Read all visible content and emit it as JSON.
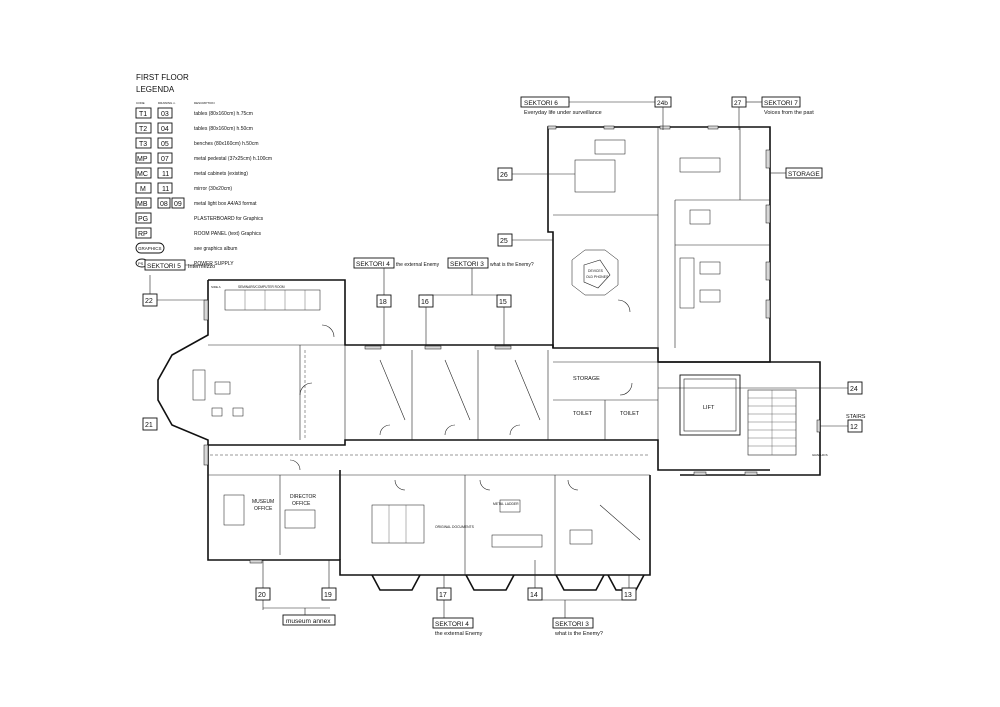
{
  "legend": {
    "title": "FIRST FLOOR",
    "subtitle": "LEGENDA",
    "col_code": "CODE",
    "col_drawing": "DRAWING n.",
    "col_description": "DESCRIPTION",
    "rows": [
      {
        "code": "T1",
        "drawing": "03",
        "description": "tables (80x160cm) h.75cm"
      },
      {
        "code": "T2",
        "drawing": "04",
        "description": "tables (80x160cm) h.50cm"
      },
      {
        "code": "T3",
        "drawing": "05",
        "description": "benches (80x160cm) h.50cm"
      },
      {
        "code": "MP",
        "drawing": "07",
        "description": "metal pedestal (37x25cm) h.100cm"
      },
      {
        "code": "MC",
        "drawing": "11",
        "description": "metal cabinets (existing)"
      },
      {
        "code": "M",
        "drawing": "11",
        "description": "mirror (30x20cm)"
      },
      {
        "code": "MB",
        "drawing": "08",
        "drawing2": "09",
        "description": "metal light box A4/A3 format"
      },
      {
        "code": "PG",
        "drawing": "",
        "description": "PLASTERBOARD for Graphics"
      },
      {
        "code": "RP",
        "drawing": "",
        "description": "ROOM PANEL (text) Graphics"
      },
      {
        "code": "GRAPHICS",
        "drawing": "",
        "description": "see graphics album"
      },
      {
        "code": "PS",
        "drawing": "",
        "description": "POWER SUPPLY"
      }
    ]
  },
  "sections": [
    {
      "title": "SEKTORI 6",
      "subtitle": "Everyday life under surveillance",
      "number": "24b"
    },
    {
      "title": "SEKTORI 7",
      "subtitle": "Voices from the past",
      "number": "27"
    },
    {
      "title": "SEKTORI 5",
      "subtitle": "Intermezzo"
    },
    {
      "title": "SEKTORI 4",
      "subtitle": "the external Enemy"
    },
    {
      "title": "SEKTORI 3",
      "subtitle": "what is the Enemy?"
    },
    {
      "title": "SEKTORI 4",
      "subtitle": "the external Enemy"
    },
    {
      "title": "SEKTORI 3",
      "subtitle": "what is the Enemy?"
    }
  ],
  "callouts": [
    "26",
    "25",
    "22",
    "21",
    "18",
    "16",
    "15",
    "24",
    "12",
    "20",
    "19",
    "17",
    "14",
    "13"
  ],
  "annex_label": "museum annex",
  "stairs_label": "STAIRS",
  "rooms": {
    "storage_top": "STORAGE",
    "storage_mid": "STORAGE",
    "toilet1": "TOILET",
    "toilet2": "TOILET",
    "lift": "LIFT",
    "museum_office_1": "MUSEUM",
    "museum_office_2": "OFFICE",
    "director_office_1": "DIRECTOR",
    "director_office_2": "OFFICE",
    "devices": "DEVICES",
    "old_phones": "OLD PHONES",
    "metal_ladder": "METAL LADDER",
    "original_docs": "ORIGINAL DOCUMENTS",
    "seminars": "SEMINARS/COMPUTER ROOM",
    "graphics": "GRAPHICS",
    "side_a": "SIDE A"
  }
}
